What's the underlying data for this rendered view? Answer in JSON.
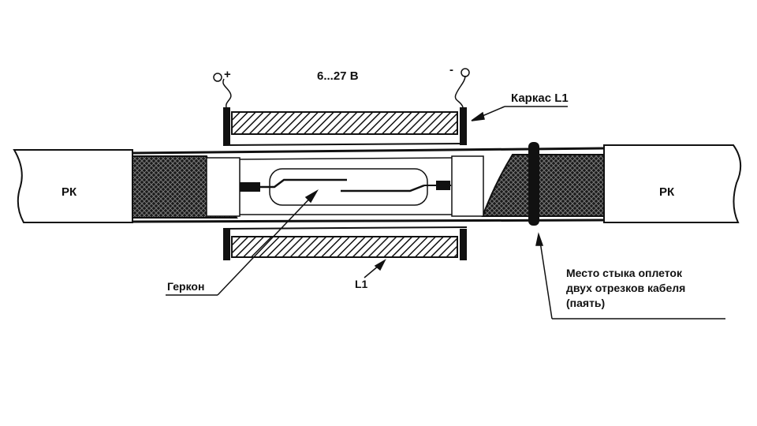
{
  "labels": {
    "voltage": "6...27 В",
    "plus_terminal": "+",
    "minus_terminal": "-",
    "frame_label": "Каркас L1",
    "cable_left": "РК",
    "cable_right": "РК",
    "reed_switch": "Геркон",
    "coil": "L1",
    "joint_note_line1": "Место стыка оплеток",
    "joint_note_line2": "двух отрезков кабеля",
    "joint_note_line3": "(паять)"
  },
  "colors": {
    "ink": "#111111",
    "background": "#ffffff"
  }
}
